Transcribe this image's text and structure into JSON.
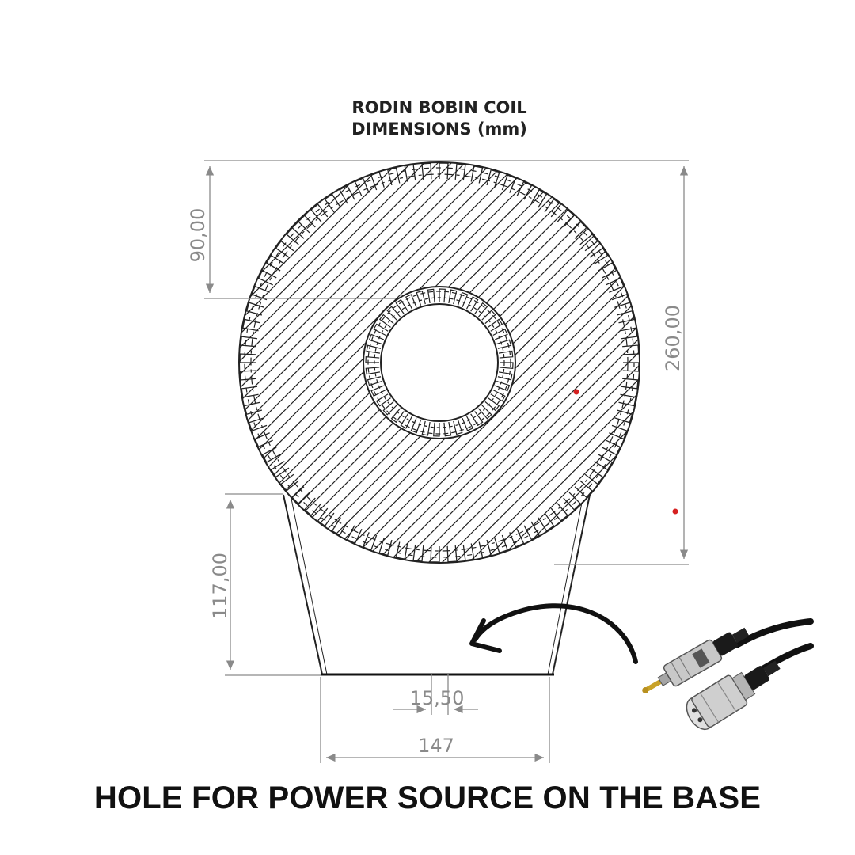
{
  "title": {
    "line1": "RODIN BOBIN COIL",
    "line2": "DIMENSIONS (mm)"
  },
  "dimensions": {
    "top_offset": "90,00",
    "overall_height": "260,00",
    "base_height": "117,00",
    "hole_width": "15,50",
    "base_width": "147"
  },
  "caption": "HOLE FOR POWER SOURCE ON THE BASE",
  "icons": {
    "arrow": "curved-arrow-icon",
    "cable": "audio-jack-cable-icon"
  },
  "colors": {
    "drawing": "#222222",
    "dimension": "#8a8a8a",
    "arrow": "#111111",
    "marker": "#d62020"
  }
}
